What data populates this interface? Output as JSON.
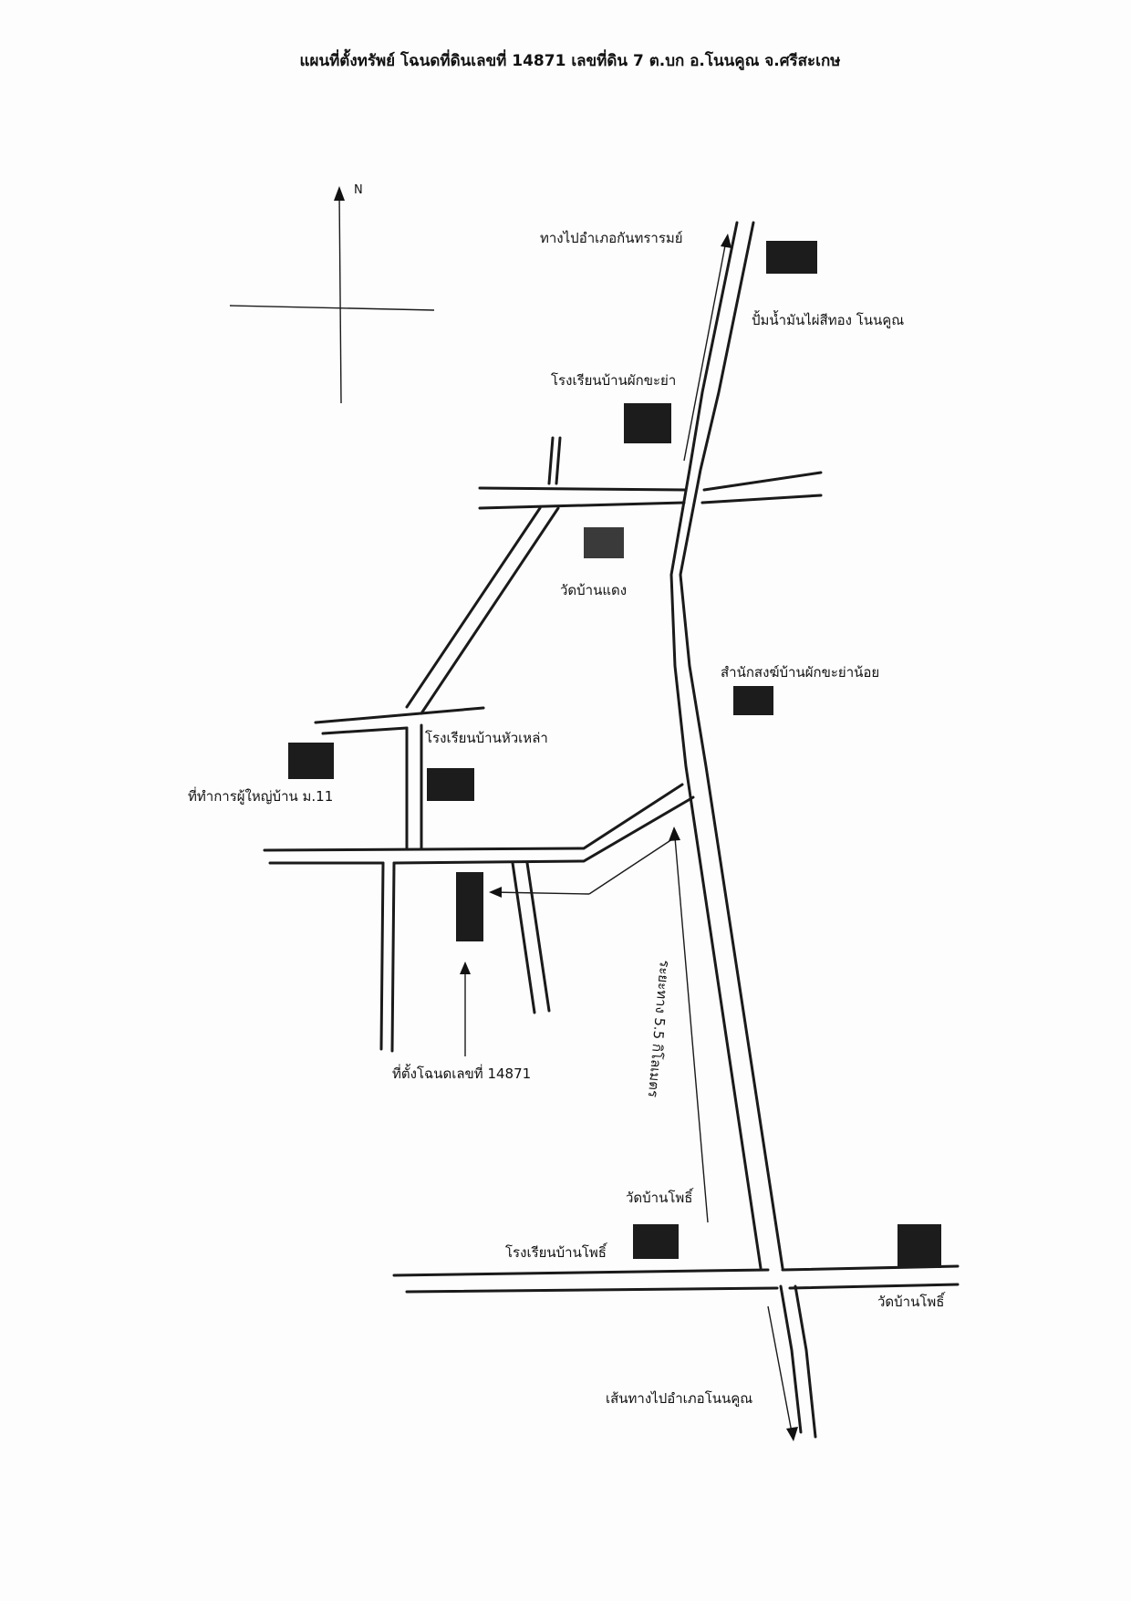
{
  "map": {
    "title": "แผนที่ตั้งทรัพย์ โฉนดที่ดินเลขที่ 14871 เลขที่ดิน 7 ต.บก อ.โนนคูณ จ.ศรีสะเกษ",
    "north_label": "N",
    "labels": {
      "to_kanthararom": "ทางไปอำเภอกันทรารมย์",
      "gas_station": "ปั้มน้ำมันไผ่สีทอง โนนคูณ",
      "school_phak_kha_ya": "โรงเรียนบ้านผักขะย่า",
      "wat_ban_daeng": "วัดบ้านแดง",
      "monastery": "สำนักสงฆ์บ้านผักขะย่าน้อย",
      "school_hua_lao": "โรงเรียนบ้านหัวเหล่า",
      "village_head_office": "ที่ทำการผู้ใหญ่บ้าน ม.11",
      "property_location": "ที่ตั้งโฉนดเลขที่ 14871",
      "distance": "ระยะทาง 5.5 กิโลเมตร",
      "wat_ban_pho_upper": "วัดบ้านโพธิ์",
      "school_ban_pho": "โรงเรียนบ้านโพธิ์",
      "wat_ban_pho_right": "วัดบ้านโพธิ์",
      "to_non_khun": "เส้นทางไปอำเภอโนนคูณ"
    }
  }
}
